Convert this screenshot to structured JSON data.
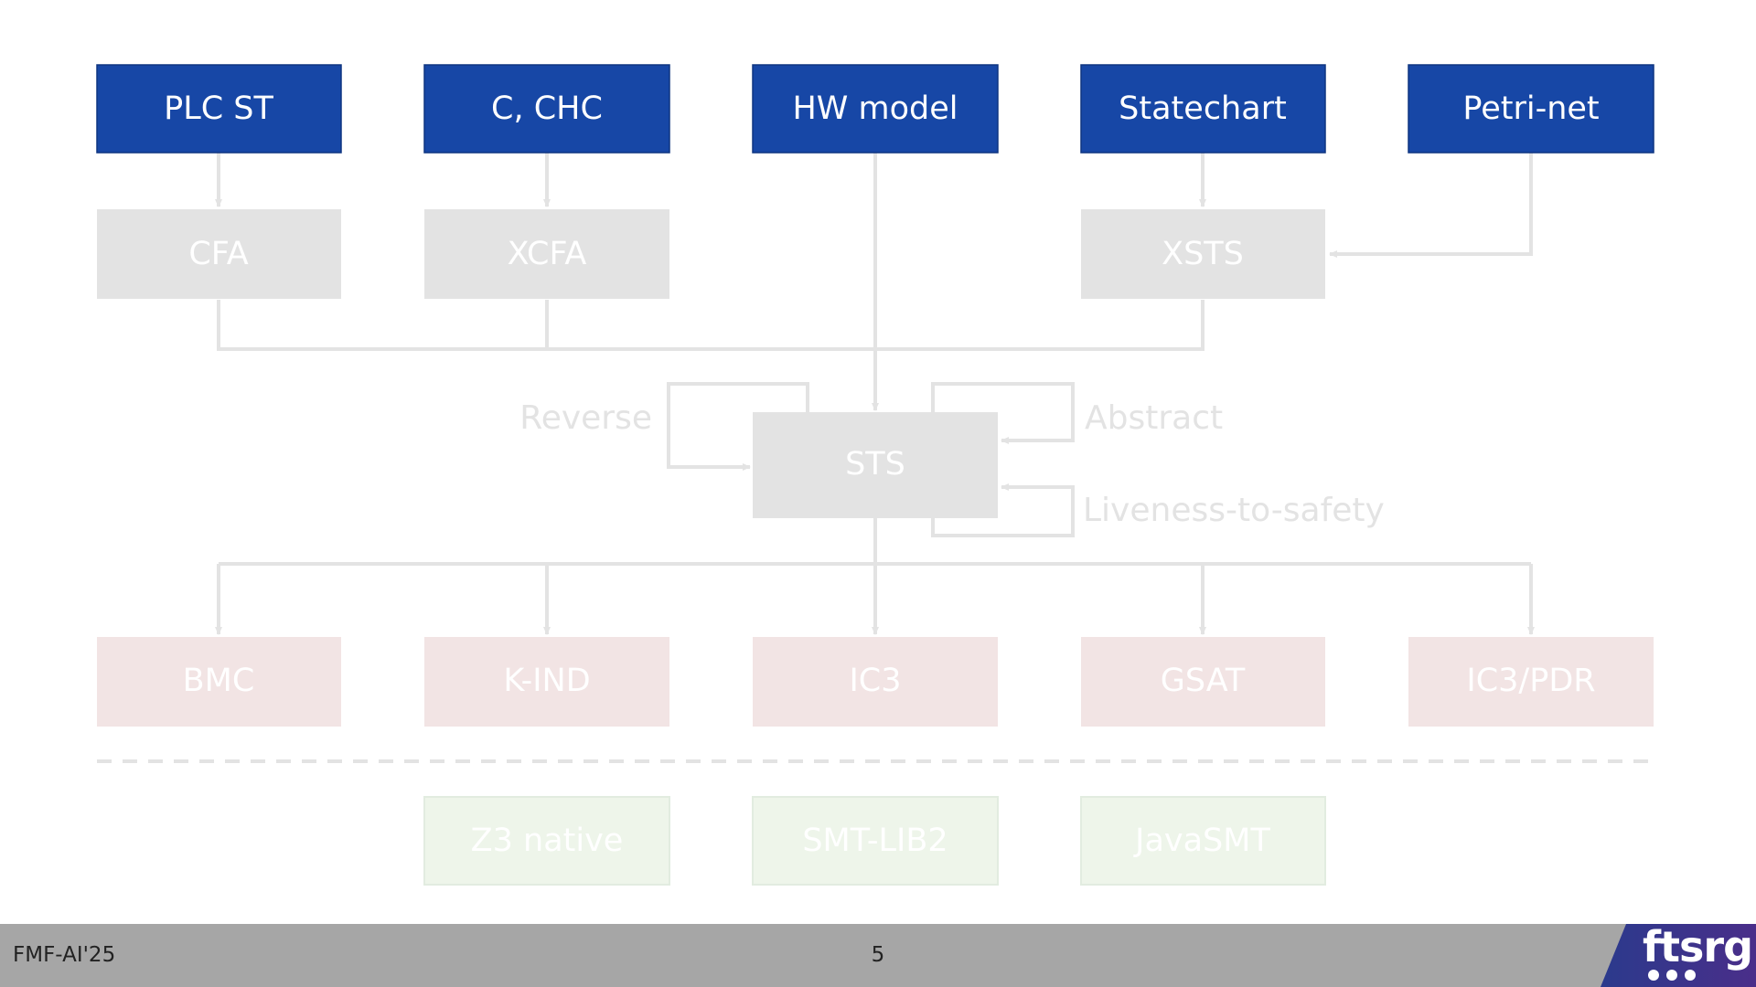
{
  "colors": {
    "input_fill": "#1747a6",
    "input_text": "#ffffff",
    "formalism_fill": "#e3e3e3",
    "algorithm_fill": "#f2e4e4",
    "solver_fill": "#eef5ea",
    "solver_stroke": "#e2ece0",
    "faded_text": "#ffffff",
    "connector": "#e3e3e3",
    "side_label": "#e3e3e3",
    "footer_bg": "#a6a6a6"
  },
  "inputs": [
    "PLC ST",
    "C, CHC",
    "HW model",
    "Statechart",
    "Petri-net"
  ],
  "formalisms": {
    "cfa": "CFA",
    "xcfa": "XCFA",
    "xsts": "XSTS",
    "sts": "STS"
  },
  "transformations": {
    "reverse": "Reverse",
    "abstract": "Abstract",
    "liveness": "Liveness-to-safety"
  },
  "algorithms": [
    "BMC",
    "K-IND",
    "IC3",
    "GSAT",
    "IC3/PDR"
  ],
  "solvers": [
    "Z3 native",
    "SMT-LIB2",
    "JavaSMT"
  ],
  "footer": {
    "left": "FMF-AI'25",
    "page": "5",
    "logo": "ftsrg",
    "logo_icon": "three-dots-logo-mark"
  }
}
